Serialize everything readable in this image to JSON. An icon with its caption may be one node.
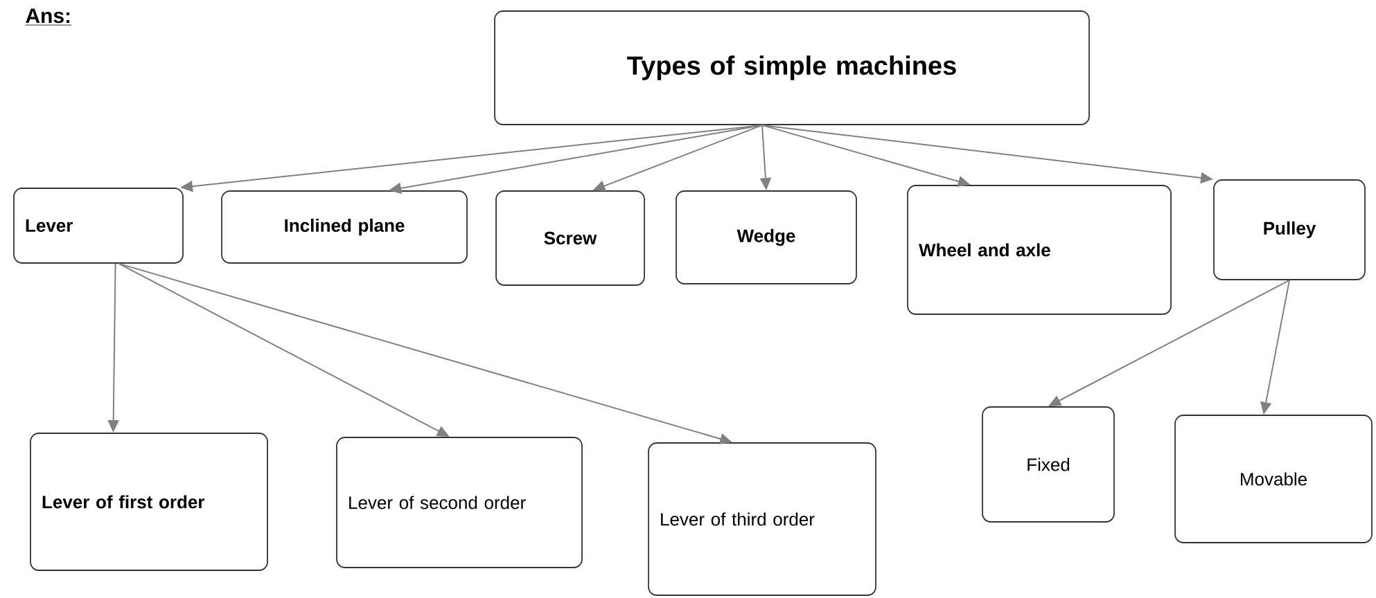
{
  "diagram": {
    "nodes": [
      {
        "text": [
          "Types of simple machines"
        ]
      },
      {
        "text": [
          "Lever"
        ]
      },
      {
        "text": [
          "Inclined plane"
        ]
      },
      {
        "text": [
          "Screw"
        ]
      },
      {
        "text": [
          "Wedge"
        ]
      },
      {
        "text": [
          "Wheel and axle"
        ]
      },
      {
        "text": [
          "Pulley"
        ]
      },
      {
        "text": [
          "Lever of first order"
        ]
      },
      {
        "text": [
          "Lever of second order"
        ]
      },
      {
        "text": [
          "Lever of third order"
        ]
      },
      {
        "text": [
          "Fixed"
        ]
      },
      {
        "text": [
          "Movable"
        ]
      }
    ],
    "edges": [
      {
        "from": 0,
        "to": 1,
        "arrow": "to"
      },
      {
        "from": 0,
        "to": 2,
        "arrow": "to"
      },
      {
        "from": 0,
        "to": 3,
        "arrow": "to"
      },
      {
        "from": 0,
        "to": 4,
        "arrow": "to"
      },
      {
        "from": 0,
        "to": 5,
        "arrow": "to"
      },
      {
        "from": 0,
        "to": 6,
        "arrow": "to"
      },
      {
        "from": 1,
        "to": 7,
        "arrow": "to"
      },
      {
        "from": 1,
        "to": 8,
        "arrow": "to"
      },
      {
        "from": 1,
        "to": 9,
        "arrow": "to"
      },
      {
        "from": 6,
        "to": 10,
        "arrow": "to"
      },
      {
        "from": 6,
        "to": 11,
        "arrow": "to"
      }
    ],
    "labels": [
      "Ans:"
    ]
  }
}
